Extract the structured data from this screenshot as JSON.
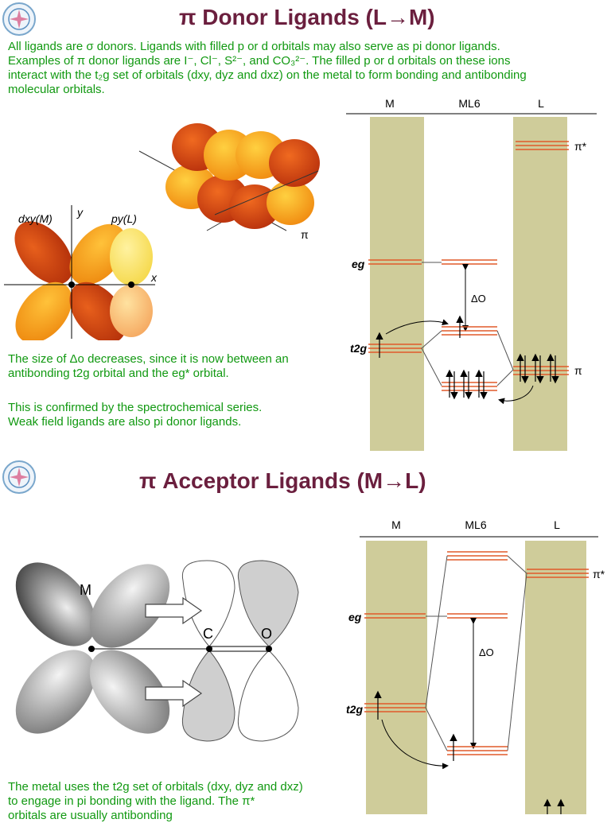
{
  "section1": {
    "title": "π Donor Ligands (L→M)",
    "intro_line1": "All ligands are σ donors.  Ligands with filled p or d orbitals may also serve as pi donor ligands.",
    "intro_line2": "Examples of π donor ligands are I⁻, Cl⁻, S²⁻, and CO₃²⁻. The filled p or d orbitals on these ions",
    "intro_line3": "interact with the t₂g set of orbitals (dxy, dyz and dxz) on the metal to form bonding and antibonding",
    "intro_line4": "molecular orbitals.",
    "orbital_labels": {
      "dxy": "dxy(M)",
      "py": "py(L)",
      "y": "y",
      "x": "x",
      "pi": "π"
    },
    "note1_line1": "The size of Δo decreases, since it is now between an",
    "note1_line2": "antibonding t2g orbital and the eg* orbital.",
    "note2_line1": "This is confirmed by the spectrochemical series.",
    "note2_line2": "Weak field ligands are also pi donor ligands.",
    "diagram": {
      "col_m": "M",
      "col_ml6": "ML6",
      "col_l": "L",
      "eg": "eg",
      "t2g": "t2g",
      "delta": "ΔO",
      "pi_star": "π*",
      "pi": "π"
    }
  },
  "section2": {
    "title": "π Acceptor Ligands (M→L)",
    "orbital_labels": {
      "m": "M",
      "c": "C",
      "o": "O"
    },
    "diagram": {
      "col_m": "M",
      "col_ml6": "ML6",
      "col_l": "L",
      "eg": "eg",
      "t2g": "t2g",
      "delta": "ΔO",
      "pi_star": "π*"
    },
    "bottom_line1": "The metal uses the t2g set of orbitals (dxy, dyz and dxz)",
    "bottom_line2": "to engage in pi bonding with the ligand.  The π*",
    "bottom_line3": "orbitals are usually antibonding"
  },
  "colors": {
    "title": "#6b1f3e",
    "text": "#119911",
    "band": "#cfcc9a",
    "level": "#e05a2a"
  }
}
